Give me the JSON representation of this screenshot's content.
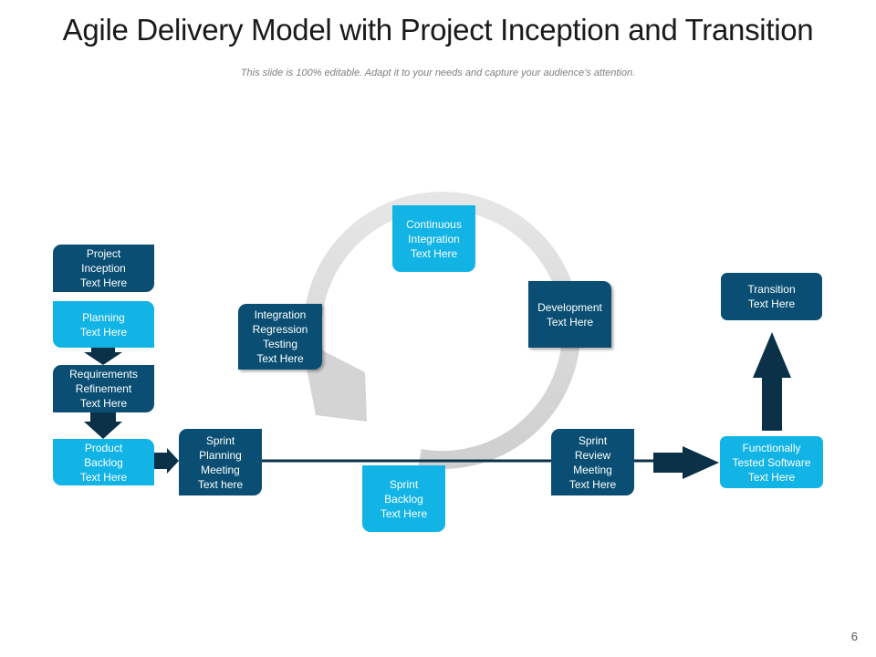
{
  "slide": {
    "title": "Agile Delivery Model with Project Inception and Transition",
    "subtitle": "This slide is 100% editable. Adapt it to your needs and capture your audience’s attention.",
    "page_number": "6"
  },
  "colors": {
    "dark_box": "#0a4f73",
    "light_box": "#12b4e6",
    "arrow": "#0b3148",
    "cycle": "#d9d9d9"
  },
  "boxes": {
    "project_inception": "Project\nInception\nText Here",
    "planning": "Planning\nText Here",
    "requirements_refinement": "Requirements\nRefinement\nText Here",
    "product_backlog": "Product\nBacklog\nText Here",
    "sprint_planning_meeting": "Sprint\nPlanning\nMeeting\nText here",
    "sprint_backlog": "Sprint\nBacklog\nText Here",
    "integration_regression_testing": "Integration\nRegression\nTesting\nText Here",
    "continuous_integration": "Continuous\nIntegration\nText Here",
    "development": "Development\nText Here",
    "sprint_review_meeting": "Sprint\nReview\nMeeting\nText Here",
    "functionally_tested_software": "Functionally\nTested Software\nText Here",
    "transition": "Transition\nText Here"
  }
}
